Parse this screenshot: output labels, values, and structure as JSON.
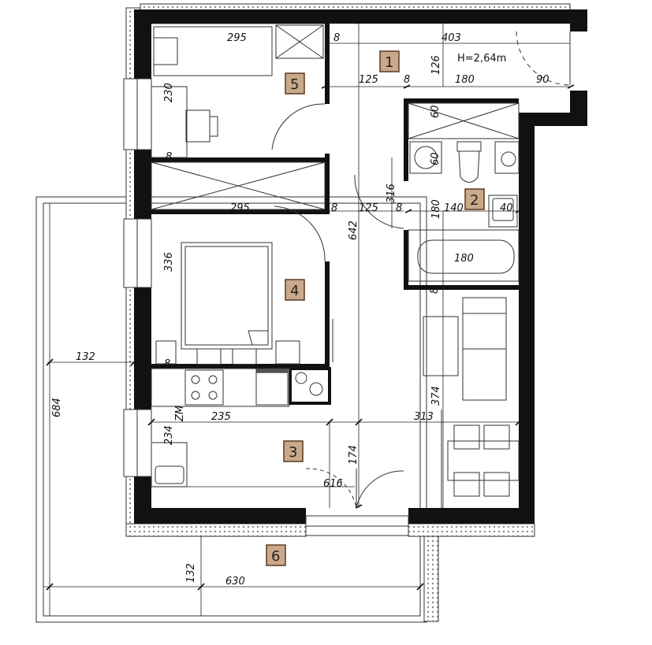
{
  "plan": {
    "height_note": "H=2,64m",
    "rooms": [
      {
        "id": "1"
      },
      {
        "id": "2"
      },
      {
        "id": "3"
      },
      {
        "id": "4"
      },
      {
        "id": "5"
      },
      {
        "id": "6"
      }
    ],
    "dimensions": {
      "d295_top": "295",
      "d8_a": "8",
      "d403": "403",
      "d126": "126",
      "d125_a": "125",
      "d8_b": "8",
      "d180_a": "180",
      "d90": "90",
      "d230": "230",
      "d60_a": "60",
      "d60_b": "60",
      "d8_c": "8",
      "d316": "316",
      "d295_mid": "295",
      "d8_d": "8",
      "d125_b": "125",
      "d8_e": "8",
      "d180_b": "180",
      "d140": "140",
      "d40": "40",
      "d642": "642",
      "d336": "336",
      "d180_bath": "180",
      "d8_f": "8",
      "d132_left": "132",
      "d684": "684",
      "d8_g": "8",
      "d374": "374",
      "dZM": "ZM",
      "d235": "235",
      "d313": "313",
      "d234": "234",
      "d174": "174",
      "d616": "616",
      "d132_bottom": "132",
      "d630": "630"
    }
  },
  "colors": {
    "wall": "#111111",
    "label_fill": "#c9a98a",
    "label_border": "#5a3b22",
    "line": "#222222"
  }
}
